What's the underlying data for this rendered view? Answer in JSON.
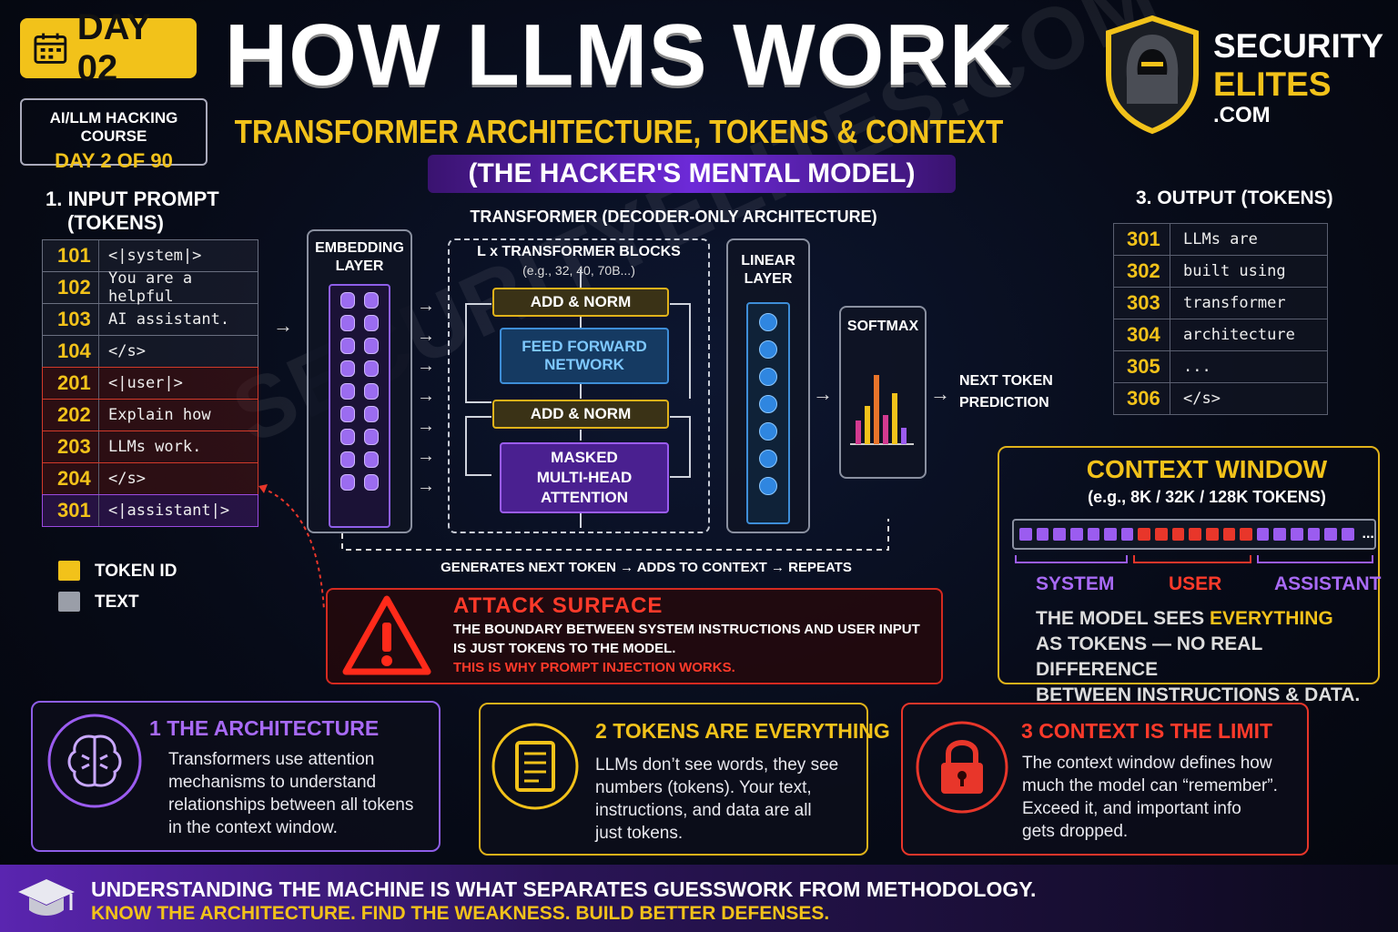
{
  "header": {
    "day_badge": "DAY 02",
    "course_line1": "AI/LLM HACKING COURSE",
    "course_line2": "DAY 2 OF 90",
    "title": "HOW LLMS WORK",
    "subtitle": "TRANSFORMER ARCHITECTURE, TOKENS & CONTEXT WINDOWS",
    "banner": "(THE HACKER'S MENTAL MODEL)"
  },
  "brand": {
    "line1": "SECURITY",
    "line2": "ELITES",
    "line3": ".COM"
  },
  "watermark": "SECURITYELITES.COM",
  "input": {
    "title_line1": "1. INPUT PROMPT",
    "title_line2": "(TOKENS)",
    "rows": [
      {
        "id": "101",
        "text": "<|system|>",
        "role": "sys"
      },
      {
        "id": "102",
        "text": "You are a helpful",
        "role": "sys"
      },
      {
        "id": "103",
        "text": "AI assistant.",
        "role": "sys"
      },
      {
        "id": "104",
        "text": "</s>",
        "role": "sys"
      },
      {
        "id": "201",
        "text": "<|user|>",
        "role": "user"
      },
      {
        "id": "202",
        "text": "Explain how",
        "role": "user"
      },
      {
        "id": "203",
        "text": "LLMs work.",
        "role": "user"
      },
      {
        "id": "204",
        "text": "</s>",
        "role": "user"
      },
      {
        "id": "301",
        "text": "<|assistant|>",
        "role": "assist"
      }
    ],
    "legend": [
      {
        "label": "TOKEN ID",
        "color": "#f2c21a"
      },
      {
        "label": "TEXT",
        "color": "#9a9ea8"
      }
    ]
  },
  "transformer": {
    "title": "TRANSFORMER (DECODER-ONLY ARCHITECTURE)",
    "embedding_line1": "EMBEDDING",
    "embedding_line2": "LAYER",
    "blocks_title": "L x TRANSFORMER BLOCKS",
    "blocks_sub": "(e.g., 32, 40, 70B...)",
    "add_norm_top": "ADD & NORM",
    "ffn_line1": "FEED FORWARD",
    "ffn_line2": "NETWORK",
    "add_norm_bottom": "ADD & NORM",
    "attn_line1": "MASKED",
    "attn_line2": "MULTI-HEAD",
    "attn_line3": "ATTENTION",
    "linear_line1": "LINEAR",
    "linear_line2": "LAYER",
    "softmax": "SOFTMAX",
    "next_line1": "NEXT TOKEN",
    "next_line2": "PREDICTION",
    "loop_caption": "GENERATES NEXT TOKEN → ADDS TO CONTEXT → REPEATS"
  },
  "output": {
    "title": "3. OUTPUT (TOKENS)",
    "rows": [
      {
        "id": "301",
        "text": "LLMs are"
      },
      {
        "id": "302",
        "text": "built using"
      },
      {
        "id": "303",
        "text": "transformer"
      },
      {
        "id": "304",
        "text": "architecture"
      },
      {
        "id": "305",
        "text": "..."
      },
      {
        "id": "306",
        "text": "</s>"
      }
    ]
  },
  "context": {
    "title": "CONTEXT WINDOW",
    "subtitle": "(e.g., 8K / 32K / 128K TOKENS)",
    "ellipsis": "...",
    "labels": {
      "system": "SYSTEM",
      "user": "USER",
      "assistant": "ASSISTANT"
    },
    "desc_line1_a": "THE MODEL SEES ",
    "desc_line1_b": "EVERYTHING",
    "desc_line2": "AS TOKENS — NO REAL DIFFERENCE",
    "desc_line3": "BETWEEN INSTRUCTIONS & DATA."
  },
  "attack": {
    "title": "ATTACK SURFACE",
    "line1": "THE BOUNDARY BETWEEN SYSTEM INSTRUCTIONS AND USER INPUT",
    "line2": "IS JUST TOKENS TO THE MODEL.",
    "line3": "THIS IS WHY PROMPT INJECTION WORKS."
  },
  "cards": [
    {
      "num": "1",
      "title": "THE ARCHITECTURE",
      "lines": [
        "Transformers use attention",
        "mechanisms to understand",
        "relationships between all tokens",
        "in the context window."
      ],
      "color": "#9b5cf0"
    },
    {
      "num": "2",
      "title": "TOKENS ARE EVERYTHING",
      "lines": [
        "LLMs don’t see words, they see",
        "numbers (tokens). Your text,",
        "instructions, and data are all",
        "just tokens."
      ],
      "color": "#f2c21a"
    },
    {
      "num": "3",
      "title": "CONTEXT IS THE LIMIT",
      "lines": [
        "The context window defines how",
        "much the model can “remember”.",
        "Exceed it, and important info",
        "gets dropped."
      ],
      "color": "#e8362a"
    }
  ],
  "footer": {
    "line1": "UNDERSTANDING THE MACHINE IS WHAT SEPARATES GUESSWORK FROM METHODOLOGY.",
    "line2": "KNOW THE ARCHITECTURE. FIND THE WEAKNESS. BUILD BETTER DEFENSES."
  }
}
